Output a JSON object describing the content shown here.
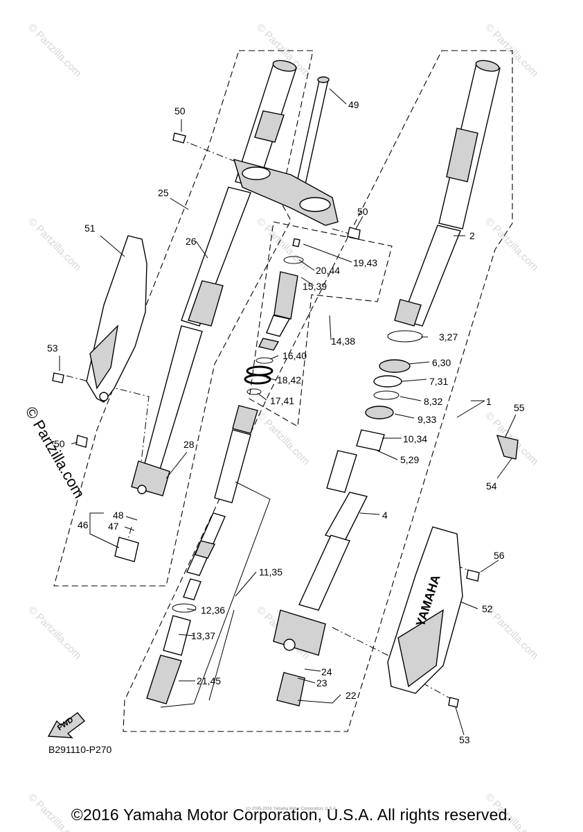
{
  "diagram_code": "B291110-P270",
  "fwd_label": "FWD",
  "brand_text": "YAMAHA",
  "copyright": "©2016 Yamaha Motor Corporation, U.S.A. All rights reserved.",
  "copyright_small": "(c) 2005-2016 Yamaha Motor Corporation, U.S.A.",
  "watermark": "© Partzilla.com",
  "callouts": {
    "c1": "1",
    "c2": "2",
    "c3_27": "3,27",
    "c4": "4",
    "c5_29": "5,29",
    "c6_30": "6,30",
    "c7_31": "7,31",
    "c8_32": "8,32",
    "c9_33": "9,33",
    "c10_34": "10,34",
    "c11_35": "11,35",
    "c12_36": "12,36",
    "c13_37": "13,37",
    "c14_38": "14,38",
    "c15_39": "15,39",
    "c16_40": "16,40",
    "c17_41": "17,41",
    "c18_42": "18,42",
    "c19_43": "19,43",
    "c20_44": "20,44",
    "c21_45": "21,45",
    "c22": "22",
    "c23": "23",
    "c24": "24",
    "c25": "25",
    "c26": "26",
    "c28": "28",
    "c46": "46",
    "c47": "47",
    "c48": "48",
    "c49": "49",
    "c50a": "50",
    "c50b": "50",
    "c50c": "50",
    "c51": "51",
    "c52": "52",
    "c53a": "53",
    "c53b": "53",
    "c54": "54",
    "c55": "55",
    "c56": "56"
  }
}
